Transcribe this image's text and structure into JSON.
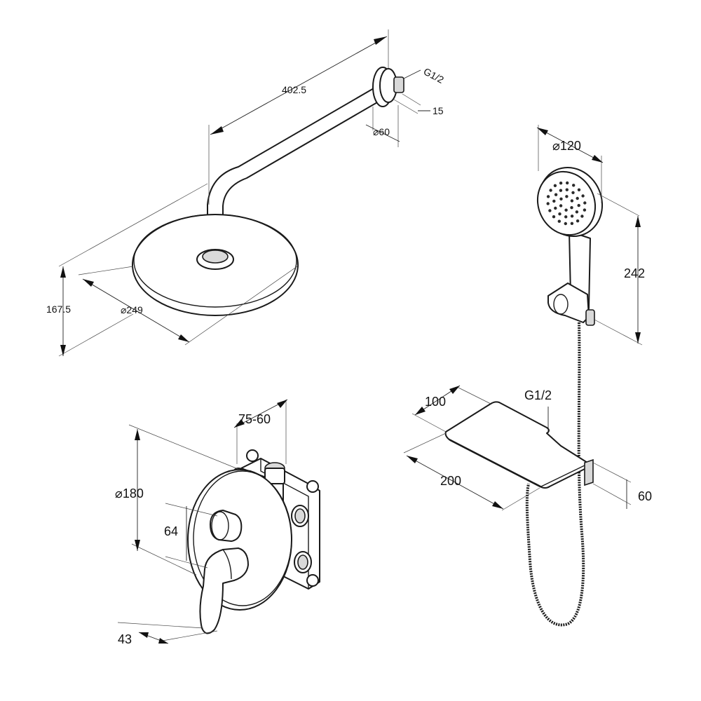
{
  "overhead_shower": {
    "arm_length": "402.5",
    "thread": "G1/2",
    "flange_depth": "15",
    "flange_diameter": "⌀60",
    "drop_height": "167.5",
    "head_diameter": "⌀249"
  },
  "hand_shower": {
    "head_diameter": "⌀120",
    "length": "242"
  },
  "shelf_outlet": {
    "depth": "100",
    "thread": "G1/2",
    "width": "200",
    "height": "60"
  },
  "mixer": {
    "box_depth": "75-60",
    "plate_diameter": "⌀180",
    "knob_offset": "64",
    "lever_projection": "43"
  }
}
